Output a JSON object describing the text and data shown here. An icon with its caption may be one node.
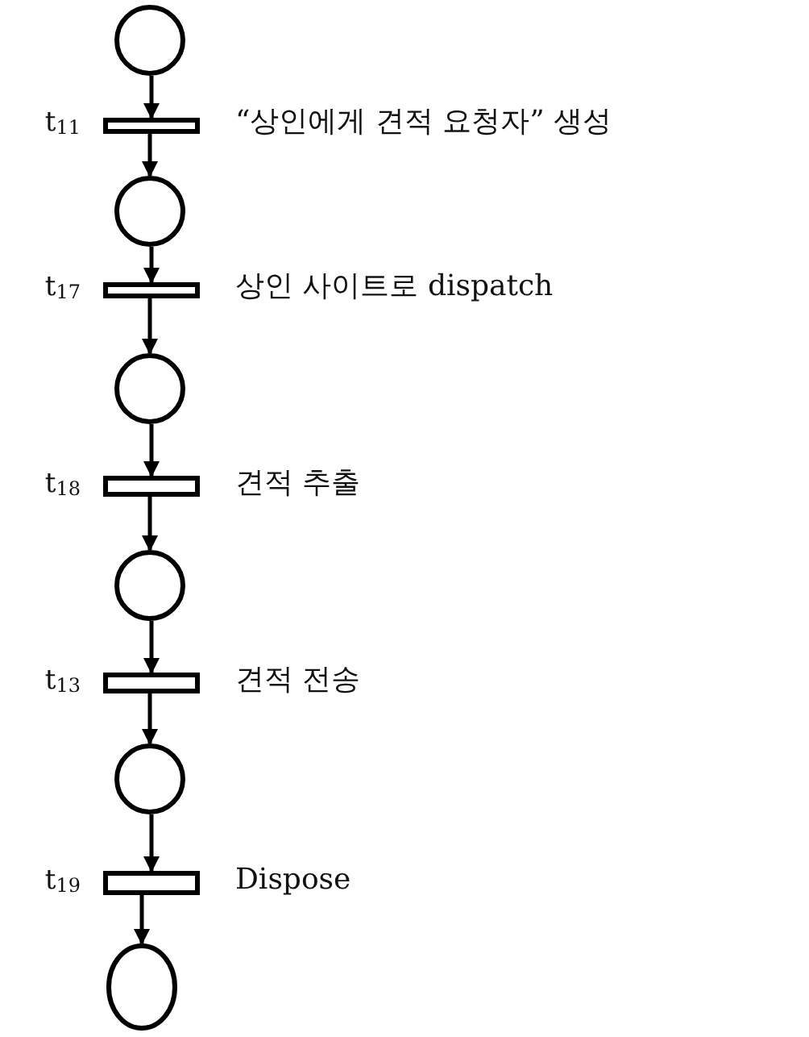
{
  "diagram": {
    "nodes": [
      {
        "text": [],
        "shape": "circle"
      },
      {
        "text": [],
        "shape": "bar",
        "beside": [
          "t$_{11}$",
          "“상인에게 견적 요청자” 생성"
        ]
      },
      {
        "text": [],
        "shape": "circle"
      },
      {
        "text": [],
        "shape": "bar",
        "beside": [
          "t$_{17}$",
          "상인 사이트로 dispatch"
        ]
      },
      {
        "text": [],
        "shape": "circle"
      },
      {
        "text": [],
        "shape": "bar",
        "beside": [
          "t$_{18}$",
          "견적 추출"
        ]
      },
      {
        "text": [],
        "shape": "circle"
      },
      {
        "text": [],
        "shape": "bar",
        "beside": [
          "t$_{13}$",
          "견적 전송"
        ]
      },
      {
        "text": [],
        "shape": "circle"
      },
      {
        "text": [],
        "shape": "bar",
        "beside": [
          "t$_{19}$",
          "Dispose"
        ]
      },
      {
        "text": [],
        "shape": "circle"
      }
    ],
    "edges": [
      {
        "from": 0,
        "to": 1,
        "arrow": "to"
      },
      {
        "from": 1,
        "to": 2,
        "arrow": "to"
      },
      {
        "from": 2,
        "to": 3,
        "arrow": "to"
      },
      {
        "from": 3,
        "to": 4,
        "arrow": "to"
      },
      {
        "from": 4,
        "to": 5,
        "arrow": "to"
      },
      {
        "from": 5,
        "to": 6,
        "arrow": "to"
      },
      {
        "from": 6,
        "to": 7,
        "arrow": "to"
      },
      {
        "from": 7,
        "to": 8,
        "arrow": "to"
      },
      {
        "from": 8,
        "to": 9,
        "arrow": "to"
      },
      {
        "from": 9,
        "to": 10,
        "arrow": "to"
      }
    ]
  }
}
